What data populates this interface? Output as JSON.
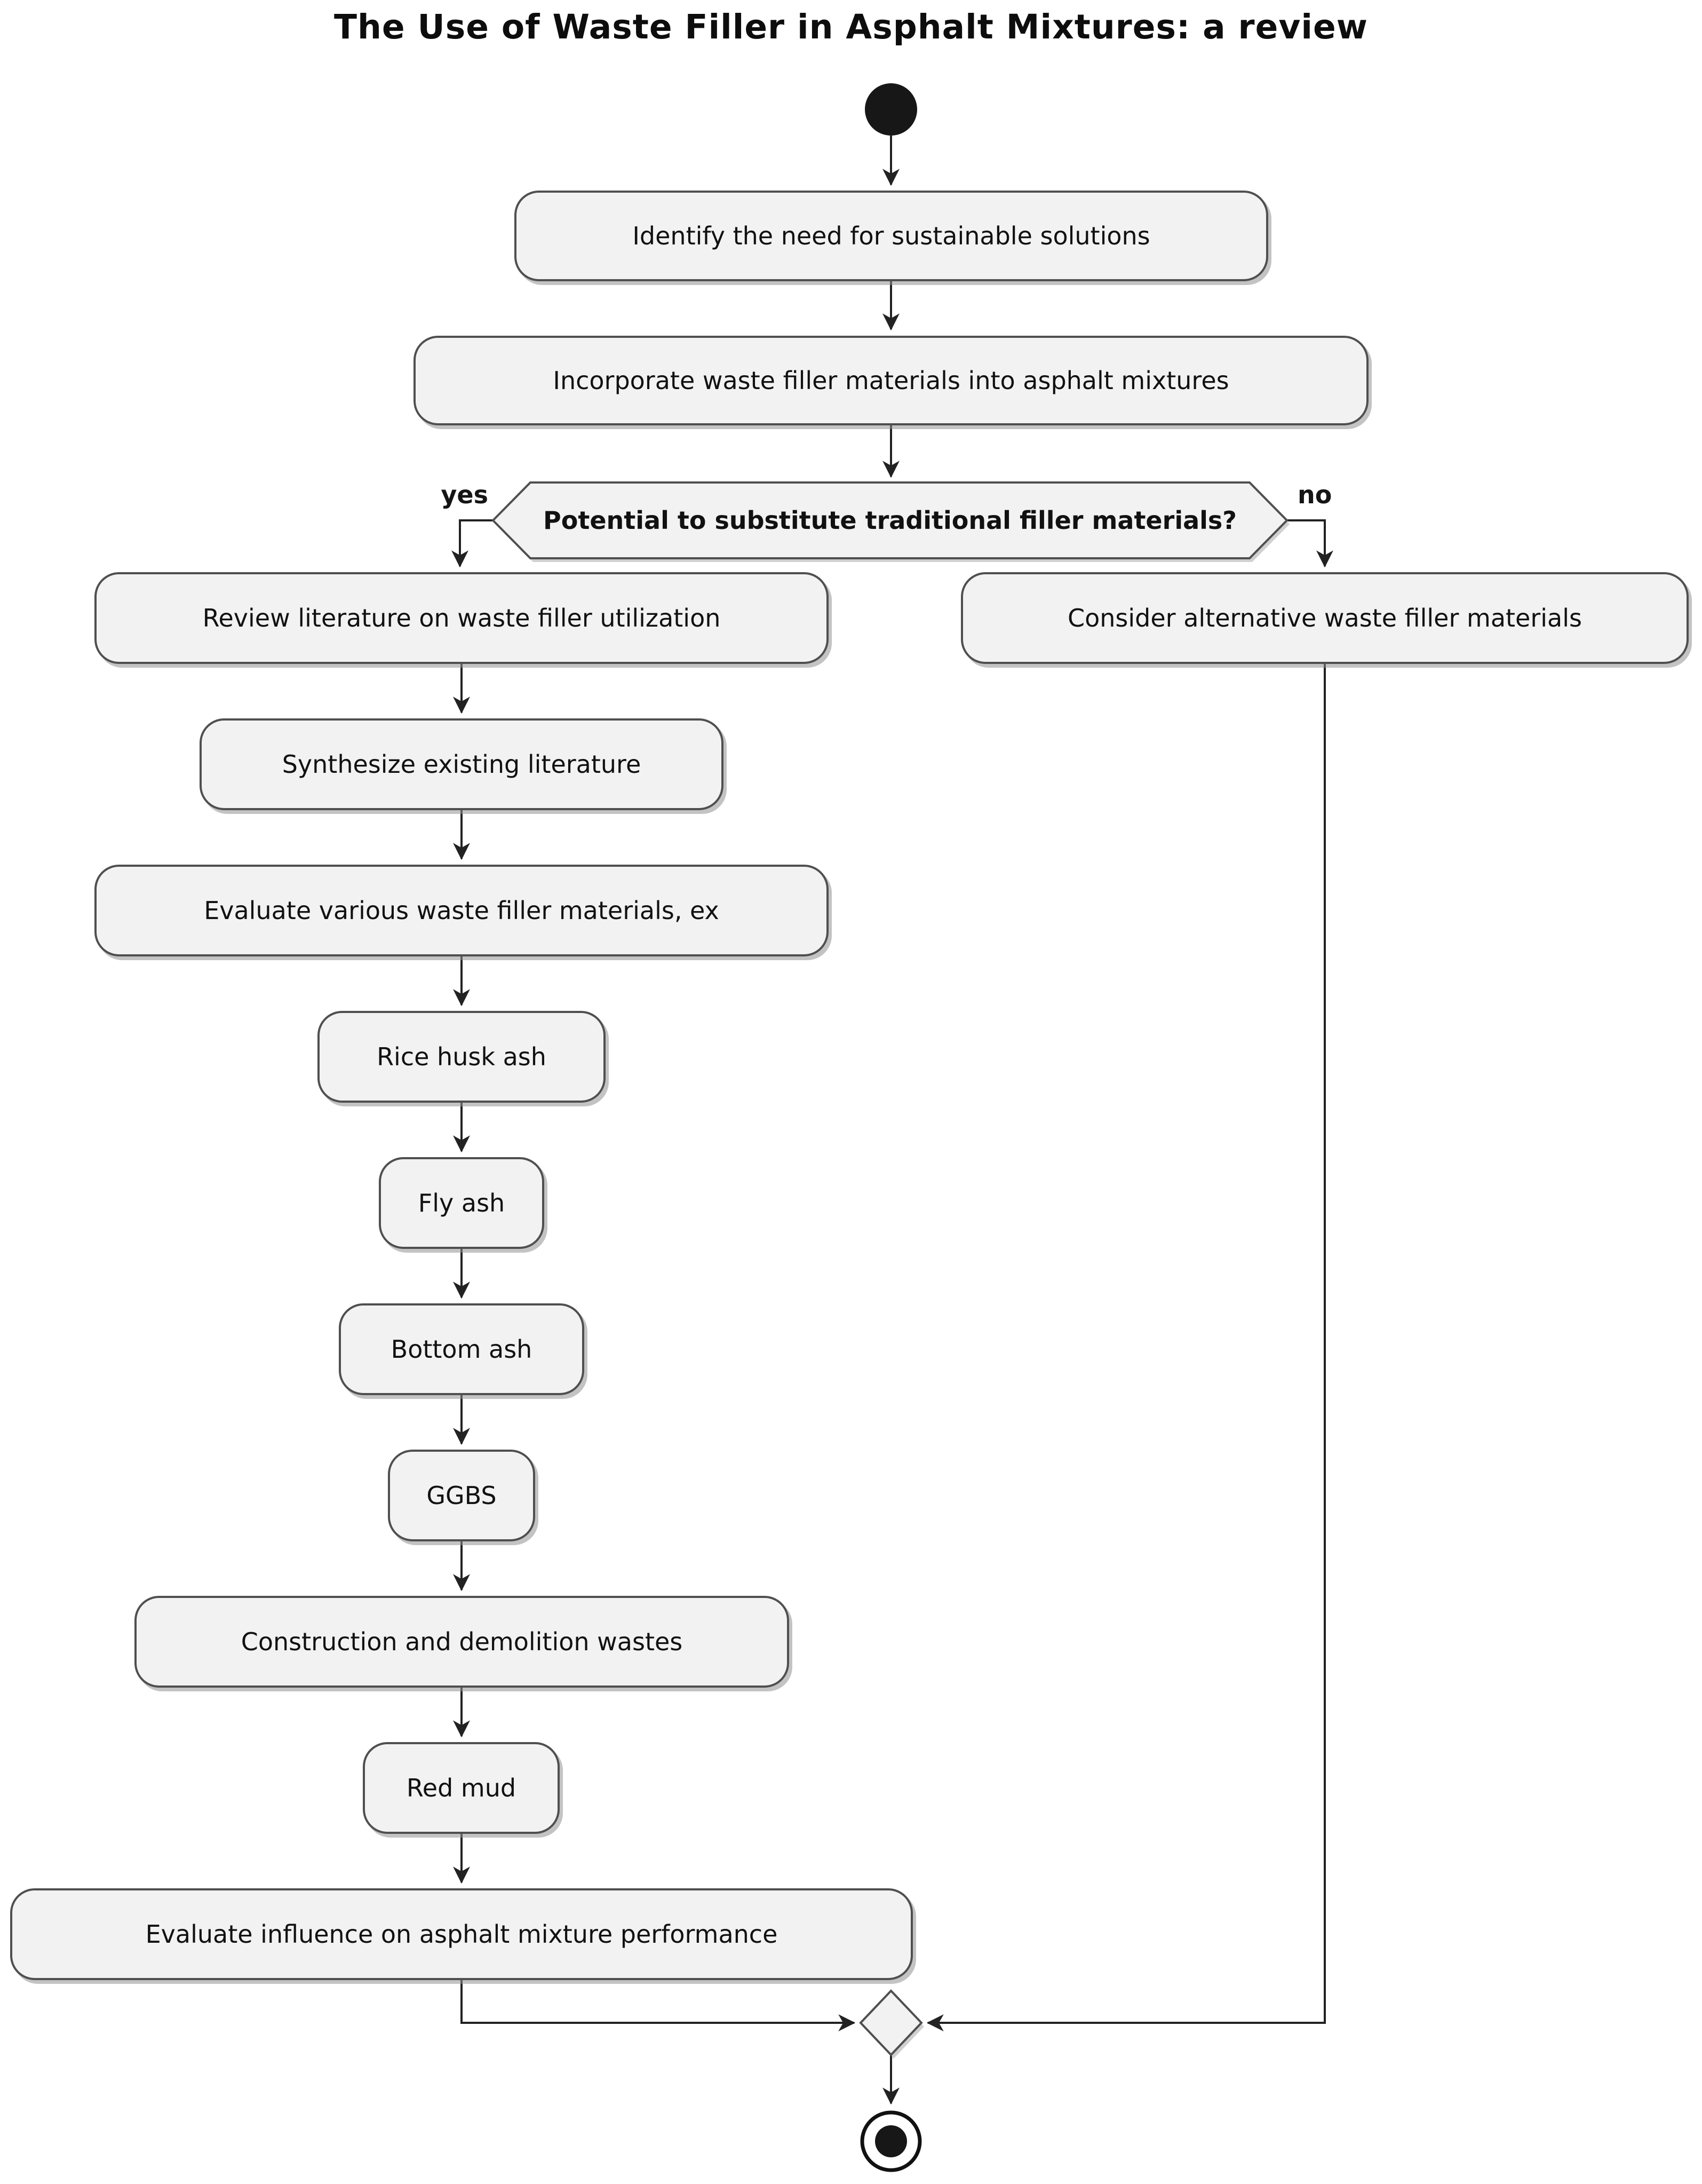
{
  "title": "The Use of Waste Filler in Asphalt Mixtures: a review",
  "decision": {
    "question": "Potential to substitute traditional filler materials?",
    "yes_label": "yes",
    "no_label": "no"
  },
  "activities": {
    "identify_need": "Identify the need for sustainable solutions",
    "incorporate_fillers": "Incorporate waste filler materials into asphalt mixtures",
    "review_literature": "Review literature on waste filler utilization",
    "synthesize_literature": "Synthesize existing literature",
    "evaluate_materials": "Evaluate various waste filler materials, ex",
    "rice_husk_ash": "Rice husk ash",
    "fly_ash": "Fly ash",
    "bottom_ash": "Bottom ash",
    "ggbs": "GGBS",
    "construction_demolition": "Construction and demolition wastes",
    "red_mud": "Red mud",
    "evaluate_influence": "Evaluate influence on asphalt mixture performance",
    "consider_alternatives": "Consider alternative waste filler materials"
  },
  "colors": {
    "node_fill": "#f2f2f2",
    "node_border": "#4f4f4f",
    "connector": "#222222",
    "text": "#111111",
    "shadow": "#a9a9a9",
    "start_end_fill": "#171717"
  }
}
